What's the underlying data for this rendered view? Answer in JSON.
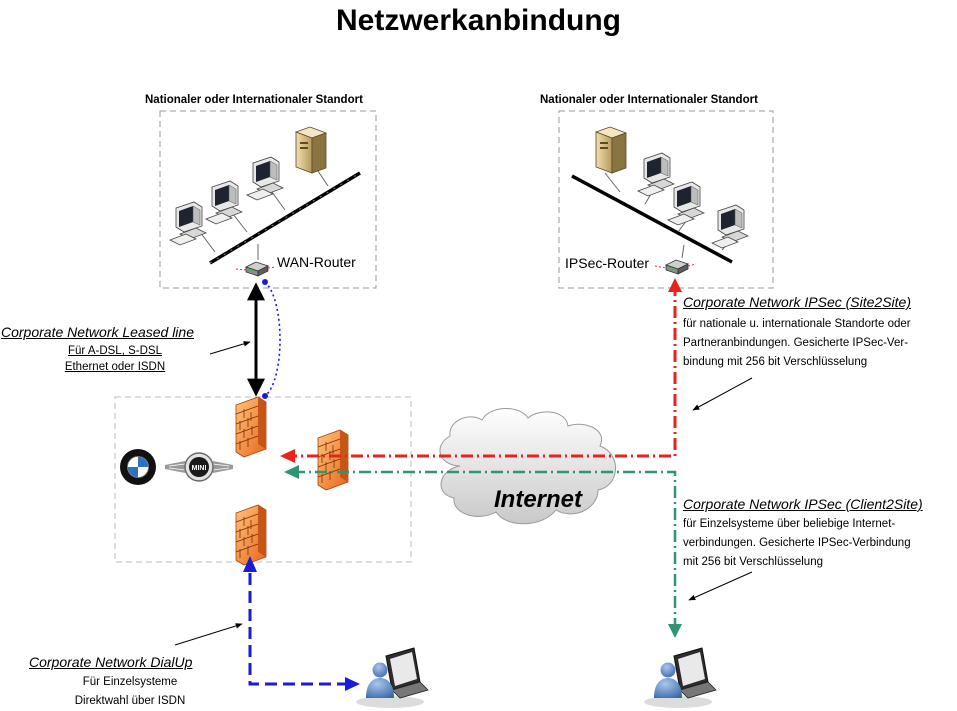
{
  "title": "Netzwerkanbindung",
  "sites": {
    "left_label": "Nationaler oder Internationaler Standort",
    "right_label": "Nationaler oder Internationaler Standort",
    "wan_router": "WAN-Router",
    "ipsec_router": "IPSec-Router"
  },
  "leased_line": {
    "title": "Corporate Network Leased line",
    "line1": "Für A-DSL,  S-DSL",
    "line2": "Ethernet oder ISDN"
  },
  "site2site": {
    "title": "Corporate Network IPSec (Site2Site)",
    "line1": "für nationale u. internationale Standorte oder",
    "line2": "Partneranbindungen. Gesicherte IPSec-Ver-",
    "line3": "bindung mit 256 bit Verschlüsselung"
  },
  "client2site": {
    "title": "Corporate Network IPSec (Client2Site)",
    "line1": "für Einzelsysteme über beliebige Internet-",
    "line2": "verbindungen. Gesicherte IPSec-Verbindung",
    "line3": "mit 256 bit Verschlüsselung"
  },
  "dialup": {
    "title": "Corporate Network DialUp",
    "line1": "Für Einzelsysteme",
    "line2": "Direktwahl über ISDN"
  },
  "internet": "Internet",
  "colors": {
    "red_link": "#e8221c",
    "green_link": "#2e9670",
    "blue_link": "#1a1adb",
    "firewall": "#f0842a"
  },
  "icons": [
    "workstation-icon",
    "server-icon",
    "router-icon",
    "firewall-icon",
    "cloud-icon",
    "laptop-user-icon",
    "bmw-logo",
    "mini-logo"
  ]
}
